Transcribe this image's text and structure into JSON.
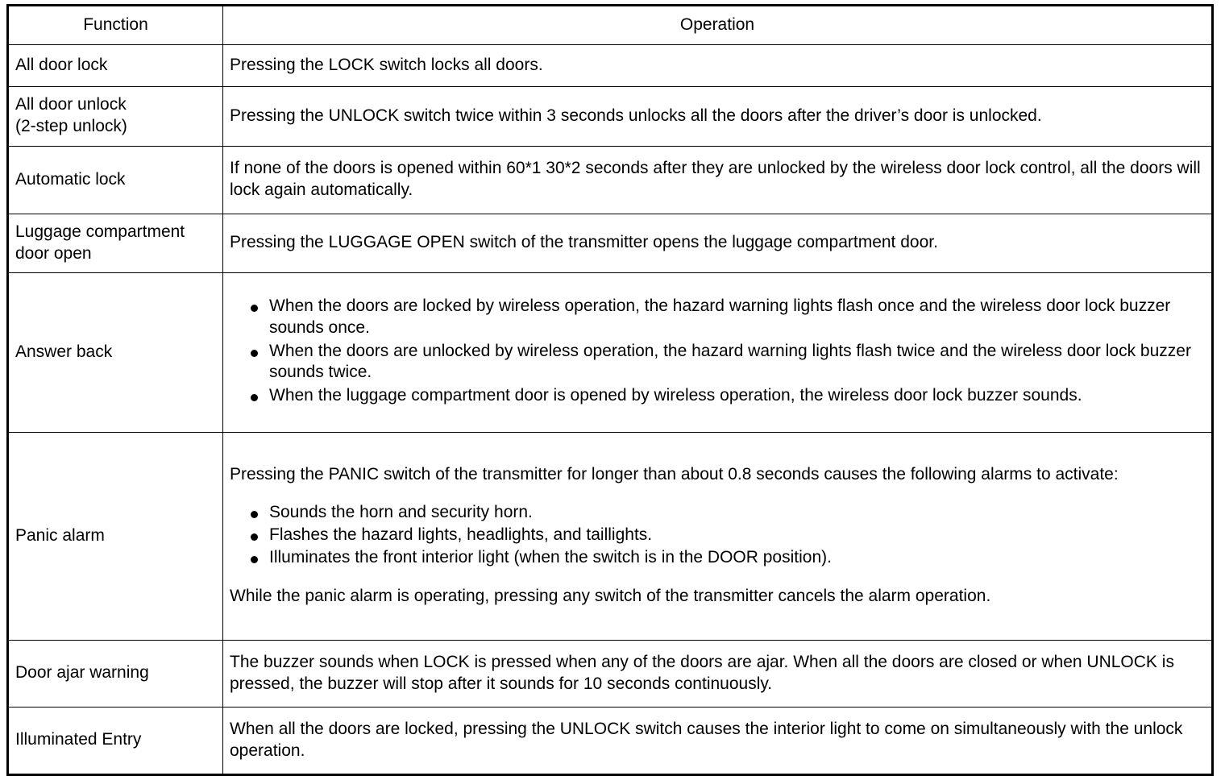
{
  "table": {
    "headers": {
      "function": "Function",
      "operation": "Operation"
    },
    "rows": [
      {
        "function": "All door lock",
        "operation_paragraphs": [
          "Pressing the LOCK switch locks all doors."
        ],
        "bullets": [],
        "tail": ""
      },
      {
        "function": "All door unlock\n(2-step unlock)",
        "operation_paragraphs": [
          "Pressing the UNLOCK switch twice within 3 seconds unlocks all the doors after the driver’s door is unlocked."
        ],
        "bullets": [],
        "tail": ""
      },
      {
        "function": "Automatic lock",
        "operation_paragraphs": [
          "If none of the doors is opened within 60*1 30*2 seconds after they are unlocked by the wireless door lock control, all the doors will lock again automatically."
        ],
        "bullets": [],
        "tail": ""
      },
      {
        "function": "Luggage compartment\ndoor open",
        "operation_paragraphs": [
          "Pressing the LUGGAGE OPEN switch of the transmitter opens the luggage compartment door."
        ],
        "bullets": [],
        "tail": ""
      },
      {
        "function": "Answer back",
        "operation_paragraphs": [],
        "bullets": [
          "When the doors are locked by wireless operation, the hazard warning lights flash once and the wireless door lock buzzer sounds once.",
          "When the doors are unlocked by wireless operation, the hazard warning lights flash twice and the wireless door lock buzzer sounds twice.",
          "When the luggage compartment door is opened by wireless operation, the wireless door lock buzzer sounds."
        ],
        "tail": ""
      },
      {
        "function": "Panic alarm",
        "operation_paragraphs": [
          "Pressing the PANIC switch of the transmitter for longer than about 0.8 seconds causes the following alarms to activate:"
        ],
        "bullets": [
          "Sounds the horn and security horn.",
          "Flashes the hazard lights, headlights, and taillights.",
          "Illuminates the front interior light (when the switch is in the DOOR position)."
        ],
        "tail": "While the panic alarm is operating, pressing any switch of the transmitter cancels the alarm operation."
      },
      {
        "function": "Door ajar warning",
        "operation_paragraphs": [
          "The buzzer sounds when LOCK is pressed when any of the doors are ajar. When all the doors are closed or when UNLOCK is pressed, the buzzer will stop after it sounds for 10 seconds continuously."
        ],
        "bullets": [],
        "tail": ""
      },
      {
        "function": "Illuminated Entry",
        "operation_paragraphs": [
          "When all the doors are locked, pressing the UNLOCK switch causes the interior light to come on simultaneously with the unlock operation."
        ],
        "bullets": [],
        "tail": ""
      }
    ]
  },
  "style": {
    "border_color": "#000000",
    "text_color": "#000000",
    "background": "#ffffff"
  }
}
